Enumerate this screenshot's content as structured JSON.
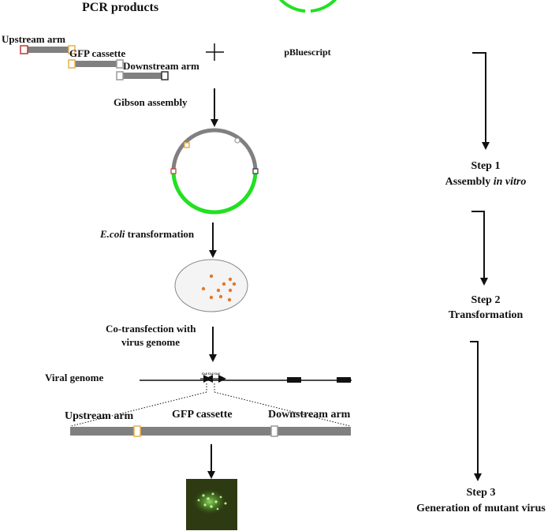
{
  "title": "PCR products",
  "pcr": {
    "upstream_arm": "Upstream arm",
    "gfp_cassette": "GFP cassette",
    "downstream_arm": "Downstream arm",
    "plus": "+",
    "vector": "pBluescript"
  },
  "process": {
    "gibson": "Gibson assembly",
    "ecoli_italic": "E.coli",
    "ecoli_rest": " transformation",
    "cotransfection_line1": "Co-transfection with",
    "cotransfection_line2": "virus genome"
  },
  "viral": {
    "label": "Viral genome",
    "primer_labels": [
      "Gs4",
      "Gs4",
      "Gs4"
    ],
    "upstream_arm": "Upstream arm",
    "gfp_cassette": "GFP cassette",
    "downstream_arm": "Downstream arm"
  },
  "steps": [
    {
      "title": "Step 1",
      "desc_plain": "Assembly ",
      "desc_italic": "in vitro"
    },
    {
      "title": "Step 2",
      "desc_plain": "Transformation",
      "desc_italic": ""
    },
    {
      "title": "Step 3",
      "desc_plain": "Generation of mutant virus",
      "desc_italic": ""
    }
  ],
  "colors": {
    "green": "#22e022",
    "gray": "#808080",
    "upstream_box": "#c0392b",
    "gfp_box": "#e8b04a",
    "downstream_box": "#333333",
    "colony": "#e07a2c",
    "micrograph_bg": "#2e3a12",
    "micrograph_cells": "#9be86a"
  }
}
